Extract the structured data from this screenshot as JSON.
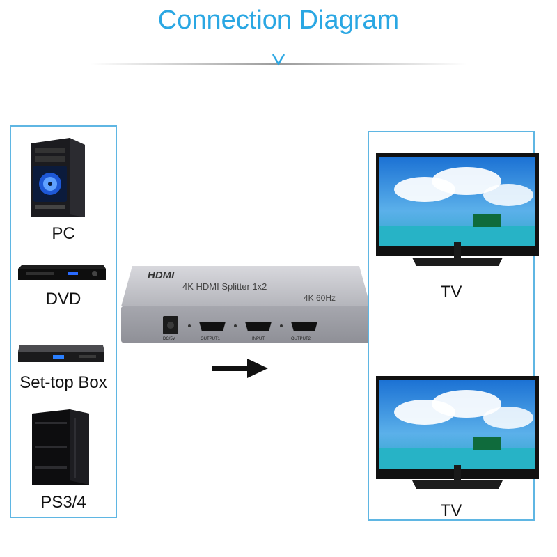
{
  "header": {
    "title": "Connection Diagram"
  },
  "sources": [
    {
      "label": "PC"
    },
    {
      "label": "DVD"
    },
    {
      "label": "Set-top Box"
    },
    {
      "label": "PS3/4"
    }
  ],
  "splitter": {
    "brand": "HDMI",
    "model": "4K HDMI Splitter 1x2",
    "spec": "4K 60Hz",
    "ports": [
      "DC/5V",
      "OUTPUT1",
      "INPUT",
      "OUTPUT2"
    ]
  },
  "outputs": [
    {
      "label": "TV"
    },
    {
      "label": "TV"
    }
  ],
  "colors": {
    "accent": "#2aa7e3",
    "panel_border": "#5fb6e3"
  }
}
